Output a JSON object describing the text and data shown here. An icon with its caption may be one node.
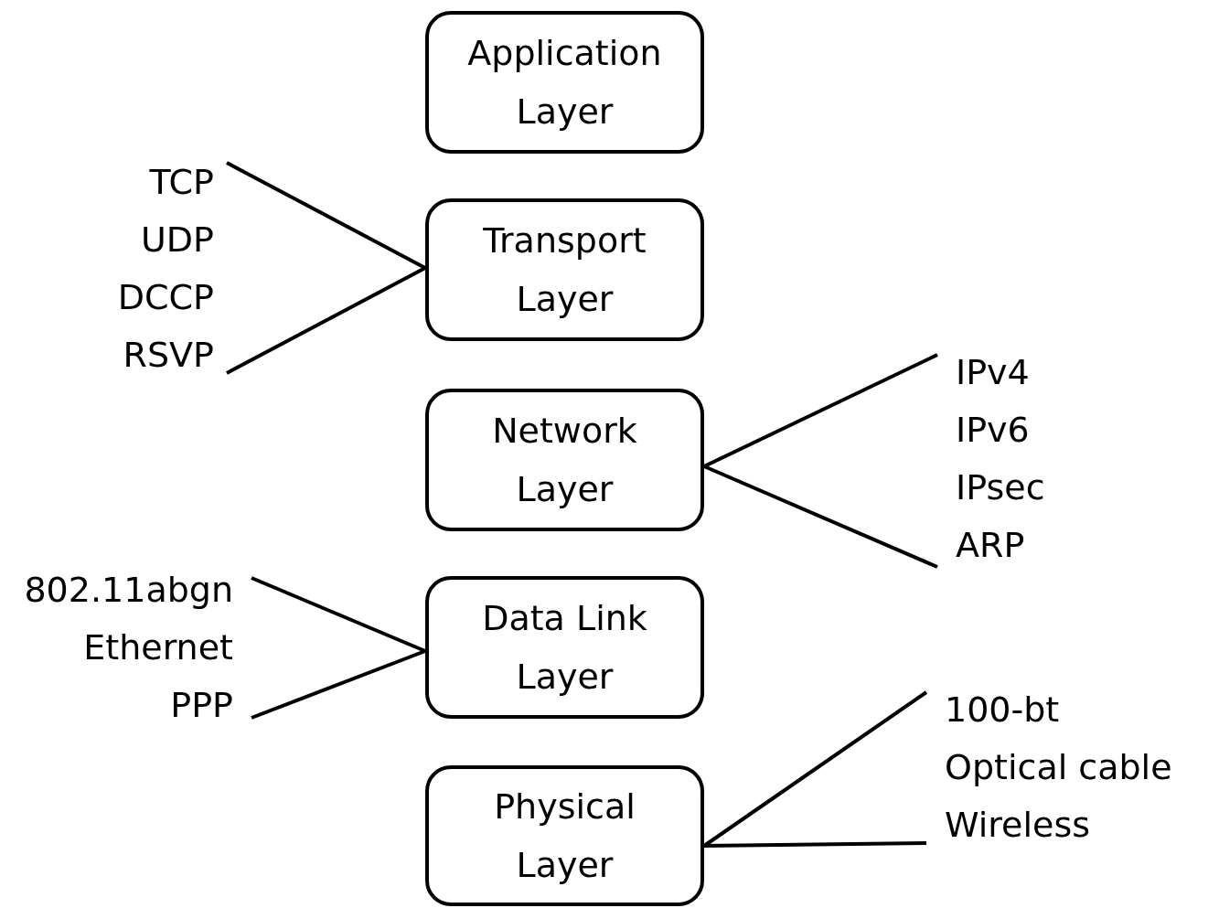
{
  "diagram": {
    "nodes": [
      {
        "text": [
          "Application Layer"
        ]
      },
      {
        "text": [
          "Transport Layer"
        ]
      },
      {
        "text": [
          "Network Layer"
        ]
      },
      {
        "text": [
          "Data Link Layer"
        ]
      },
      {
        "text": [
          "Physical Layer"
        ]
      },
      {
        "text": [
          "TCP",
          "UDP",
          "DCCP",
          "RSVP"
        ]
      },
      {
        "text": [
          "IPv4",
          "IPv6",
          "IPsec",
          "ARP"
        ]
      },
      {
        "text": [
          "802.11abgn",
          "Ethernet",
          "PPP"
        ]
      },
      {
        "text": [
          "100-bt",
          "Optical cable",
          "Wireless"
        ]
      }
    ],
    "edges": [
      {
        "from": 5,
        "to": 1,
        "arrow": "none"
      },
      {
        "from": 6,
        "to": 2,
        "arrow": "none"
      },
      {
        "from": 7,
        "to": 3,
        "arrow": "none"
      },
      {
        "from": 8,
        "to": 4,
        "arrow": "none"
      }
    ]
  }
}
